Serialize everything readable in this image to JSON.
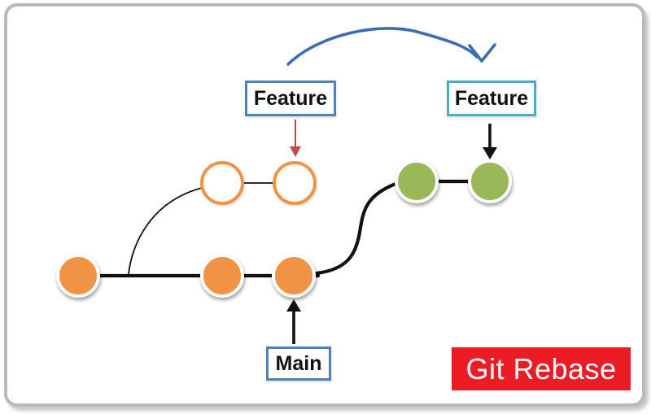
{
  "title": "Git Rebase",
  "labels": {
    "feature_before": "Feature",
    "feature_after": "Feature",
    "main": "Main",
    "banner": "Git Rebase"
  },
  "colors": {
    "orange": "#F19345",
    "green": "#99B857",
    "blue_border": "#4F81BD",
    "cyan_border": "#4BACC6",
    "arc_blue": "#3A6EB4",
    "red_arrow": "#BE4B48",
    "banner_red": "#ED1C24",
    "banner_text": "#FFFFFF",
    "frame_border": "#B9B9B9",
    "line_black": "#111111"
  },
  "graph": {
    "main_branch_commits": 3,
    "feature_branch_commits_before_rebase": 2,
    "feature_branch_commits_after_rebase": 2,
    "rebase_direction": "feature branch moved onto tip of main",
    "main_pointer_target": "third main commit",
    "feature_pointer_before_target": "second original feature commit",
    "feature_pointer_after_target": "second rebased feature commit"
  }
}
